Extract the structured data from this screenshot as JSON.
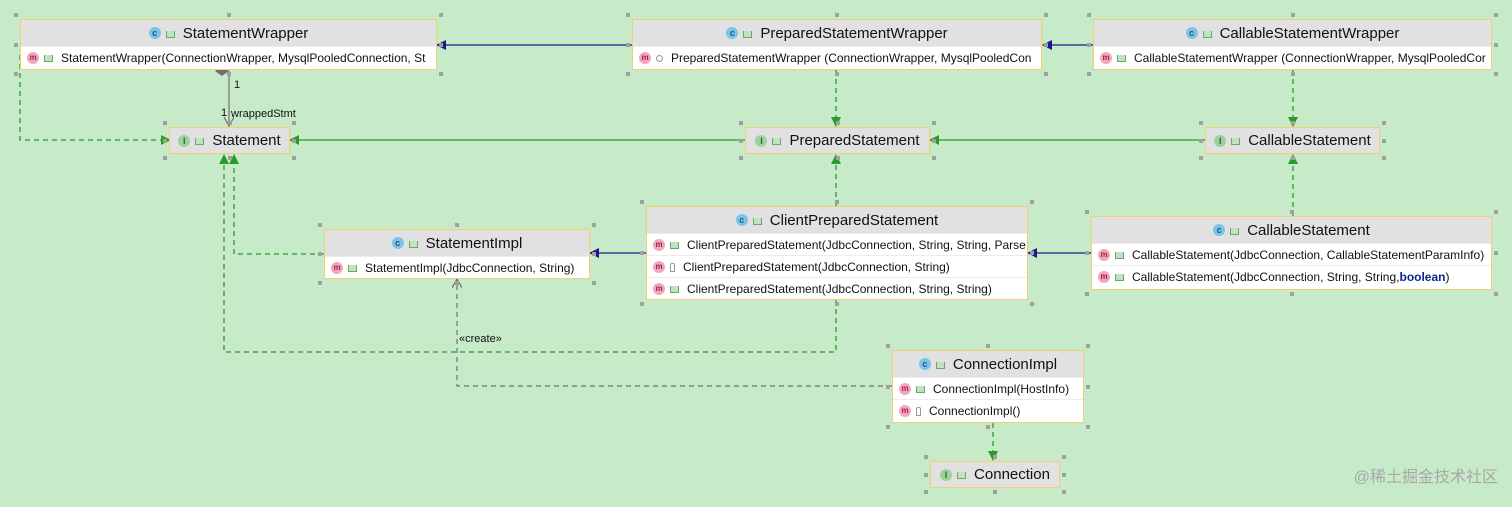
{
  "nodes": {
    "statement_wrapper": {
      "title": "StatementWrapper",
      "members": [
        "StatementWrapper(ConnectionWrapper, MysqlPooledConnection, St"
      ]
    },
    "prepared_statement_wrapper": {
      "title": "PreparedStatementWrapper",
      "members": [
        "PreparedStatementWrapper (ConnectionWrapper, MysqlPooledCon"
      ]
    },
    "callable_statement_wrapper": {
      "title": "CallableStatementWrapper",
      "members": [
        "CallableStatementWrapper (ConnectionWrapper, MysqlPooledCor"
      ]
    },
    "statement": {
      "title": "Statement"
    },
    "prepared_statement": {
      "title": "PreparedStatement"
    },
    "callable_statement_iface": {
      "title": "CallableStatement"
    },
    "statement_impl": {
      "title": "StatementImpl",
      "members": [
        "StatementImpl(JdbcConnection, String)"
      ]
    },
    "client_prepared_statement": {
      "title": "ClientPreparedStatement",
      "members": [
        "ClientPreparedStatement(JdbcConnection, String, String, Parse",
        "ClientPreparedStatement(JdbcConnection, String)",
        "ClientPreparedStatement(JdbcConnection, String, String)"
      ]
    },
    "callable_statement_class": {
      "title": "CallableStatement",
      "members": [
        "CallableStatement(JdbcConnection, CallableStatementParamInfo)",
        "CallableStatement(JdbcConnection, String, String, "
      ],
      "keyword": "boolean",
      "after_keyword": ")"
    },
    "connection_impl": {
      "title": "ConnectionImpl",
      "members": [
        "ConnectionImpl(HostInfo)",
        "ConnectionImpl()"
      ]
    },
    "connection": {
      "title": "Connection"
    }
  },
  "labels": {
    "mult_top": "1",
    "mult_bottom": "1",
    "wrapped_stmt": "wrappedStmt",
    "create": "«create»"
  },
  "badges": {
    "class": "c",
    "interface": "I",
    "method": "m"
  },
  "watermark": "@稀土掘金技术社区",
  "colors": {
    "background": "#c7ebc9",
    "extends": "#1a1a8c",
    "implements": "#2a9a2a",
    "dependency": "#707070"
  }
}
